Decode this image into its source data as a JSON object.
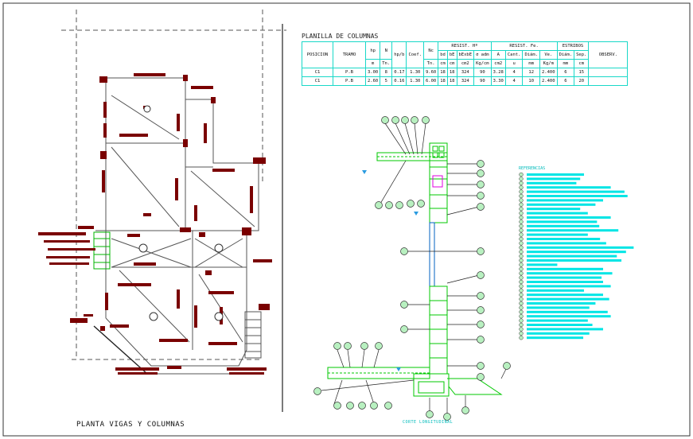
{
  "drawing": {
    "plan_title": "PLANTA VIGAS Y COLUMNAS",
    "schedule_title": "PLANILLA DE COLUMNAS",
    "section_title": "CORTE LONGITUDINAL",
    "legend_title": "REFERENCIAS"
  },
  "schedule": {
    "head1": [
      "POSICION",
      "TRAMO",
      "hp",
      "N",
      "hp/b",
      "Coef.",
      "Nc",
      "RESIST. Hº",
      "RESIST. Fe.",
      "ESTRIBOS",
      "OBSERV."
    ],
    "head2": [
      "bd",
      "bE",
      "bExbE",
      "σ adm",
      "A",
      "Cant.",
      "Diám.",
      "Ve.",
      "Diám.",
      "Sep."
    ],
    "units": [
      "m",
      "Tn.",
      "Tn.",
      "cm",
      "cm",
      "cm2",
      "Kg/cm",
      "cm2",
      "u",
      "mm",
      "Kg/m",
      "mm",
      "cm"
    ],
    "rows": [
      [
        "C1",
        "P.B",
        "3.00",
        "8",
        "0.17",
        "1.30",
        "9.60",
        "18",
        "18",
        "324",
        "90",
        "3.28",
        "4",
        "12",
        "2.400",
        "6",
        "15",
        ""
      ],
      [
        "C1",
        "P.B",
        "2.60",
        "5",
        "0.16",
        "1.30",
        "6.00",
        "18",
        "18",
        "324",
        "90",
        "3.30",
        "4",
        "10",
        "2.400",
        "6",
        "20",
        ""
      ]
    ]
  },
  "colors": {
    "section": "#00c800",
    "schedule_grid": "#19d8c8",
    "legend": "#00e5e5",
    "plan_beams": "#7a0000",
    "plan_lines": "#555555"
  }
}
